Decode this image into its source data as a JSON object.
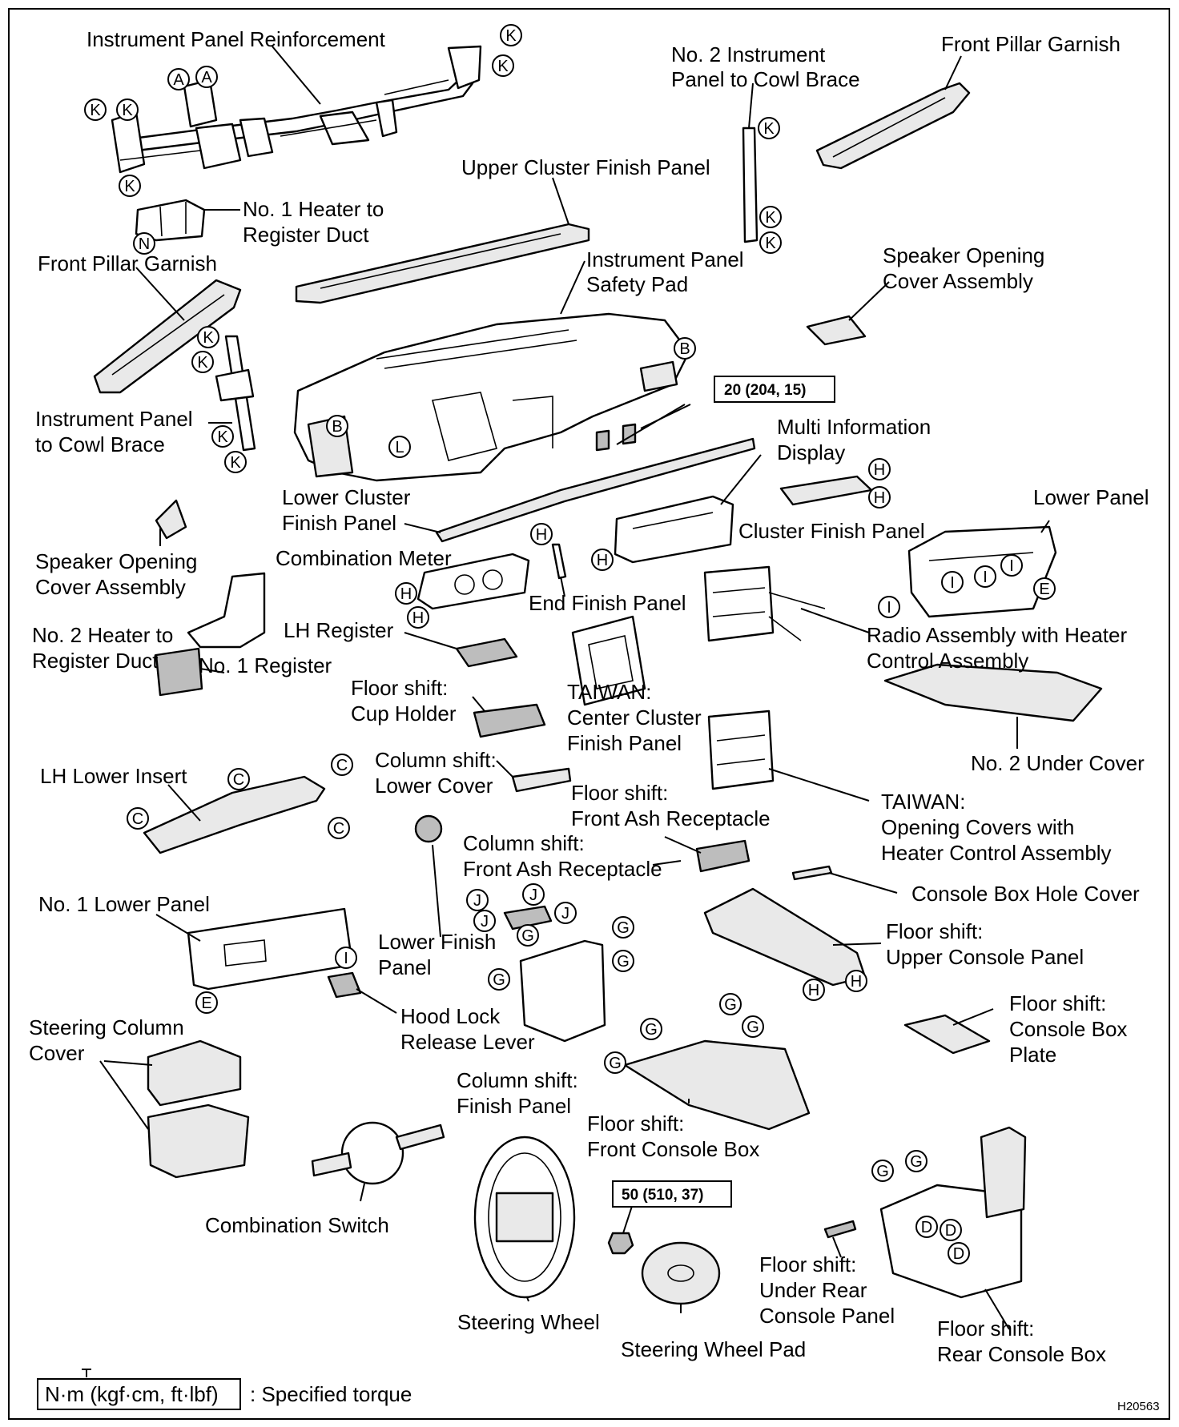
{
  "labels": {
    "ip_reinforcement": "Instrument Panel Reinforcement",
    "no2_brace_1": "No. 2 Instrument",
    "no2_brace_2": "Panel to Cowl Brace",
    "front_pillar_r": "Front Pillar Garnish",
    "upper_cluster": "Upper Cluster Finish Panel",
    "heater_duct1_1": "No. 1 Heater to",
    "heater_duct1_2": "Register Duct",
    "front_pillar_l": "Front Pillar Garnish",
    "safety_pad_1": "Instrument Panel",
    "safety_pad_2": "Safety Pad",
    "speaker_r_1": "Speaker Opening",
    "speaker_r_2": "Cover Assembly",
    "ip_brace_1": "Instrument Panel",
    "ip_brace_2": "to Cowl Brace",
    "multi_info_1": "Multi Information",
    "multi_info_2": "Display",
    "lower_cluster_1": "Lower Cluster",
    "lower_cluster_2": "Finish Panel",
    "lower_panel": "Lower Panel",
    "cluster_finish": "Cluster Finish Panel",
    "speaker_l_1": "Speaker Opening",
    "speaker_l_2": "Cover Assembly",
    "combo_meter": "Combination Meter",
    "end_finish": "End Finish Panel",
    "heater_duct2_1": "No. 2 Heater to",
    "heater_duct2_2": "Register Duct",
    "lh_register": "LH Register",
    "radio_1": "Radio Assembly with Heater",
    "radio_2": "Control Assembly",
    "no1_register": "No. 1 Register",
    "floor_cup_1": "Floor shift:",
    "floor_cup_2": "Cup Holder",
    "taiwan_cc_1": "TAIWAN:",
    "taiwan_cc_2": "Center Cluster",
    "taiwan_cc_3": "Finish Panel",
    "col_lower_1": "Column shift:",
    "col_lower_2": "Lower Cover",
    "lh_lower_insert": "LH Lower Insert",
    "no2_under": "No. 2 Under Cover",
    "floor_ash_1": "Floor shift:",
    "floor_ash_2": "Front Ash Receptacle",
    "taiwan_oc_1": "TAIWAN:",
    "taiwan_oc_2": "Opening Covers with",
    "taiwan_oc_3": "Heater Control Assembly",
    "col_ash_1": "Column shift:",
    "col_ash_2": "Front Ash Receptacle",
    "console_hole": "Console Box Hole Cover",
    "no1_lower": "No. 1 Lower Panel",
    "lower_finish_1": "Lower Finish",
    "lower_finish_2": "Panel",
    "upper_console_1": "Floor shift:",
    "upper_console_2": "Upper Console Panel",
    "hood_lock_1": "Hood Lock",
    "hood_lock_2": "Release Lever",
    "steer_cover_1": "Steering Column",
    "steer_cover_2": "Cover",
    "plate_1": "Floor shift:",
    "plate_2": "Console Box",
    "plate_3": "Plate",
    "col_finish_1": "Column shift:",
    "col_finish_2": "Finish Panel",
    "front_console_1": "Floor shift:",
    "front_console_2": "Front Console Box",
    "combo_switch": "Combination Switch",
    "under_rear_1": "Floor shift:",
    "under_rear_2": "Under Rear",
    "under_rear_3": "Console Panel",
    "steering_wheel": "Steering Wheel",
    "rear_console_1": "Floor shift:",
    "rear_console_2": "Rear Console Box",
    "wheel_pad": "Steering Wheel Pad"
  },
  "torque_specs": {
    "ip_bolts": "20 (204, 15)",
    "wheel_nut": "50 (510, 37)"
  },
  "legend": {
    "units": "N·m (kgf·cm, ft·lbf)",
    "meaning": ": Specified torque"
  },
  "figure_code": "H20563",
  "markers": {
    "A": "A",
    "B": "B",
    "C": "C",
    "D": "D",
    "E": "E",
    "G": "G",
    "H": "H",
    "I": "I",
    "J": "J",
    "K": "K",
    "L": "L",
    "N": "N"
  },
  "colors": {
    "line": "#000000",
    "background": "#ffffff",
    "part_shade": "#e9e9e9"
  }
}
